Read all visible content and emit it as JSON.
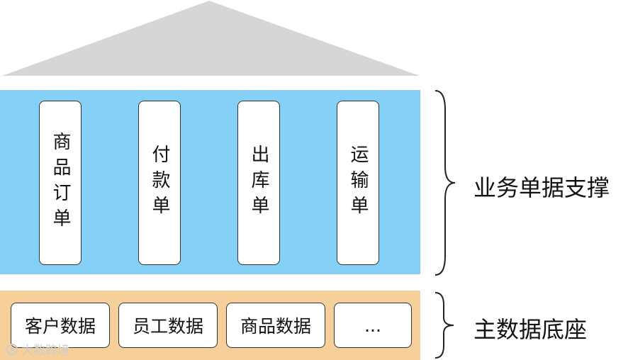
{
  "roof": {
    "color": "#d6d6d6"
  },
  "business_layer": {
    "color": "#84d0f6",
    "pillars": [
      {
        "label": "商品订单"
      },
      {
        "label": "付款单"
      },
      {
        "label": "出库单"
      },
      {
        "label": "运输单"
      }
    ],
    "side_label": "业务单据支撑"
  },
  "master_layer": {
    "color": "#f7cf9b",
    "boxes": [
      {
        "label": "客户数据"
      },
      {
        "label": "员工数据"
      },
      {
        "label": "商品数据"
      },
      {
        "label": "..."
      }
    ],
    "side_label": "主数据底座"
  },
  "watermark": {
    "text": "大数跨境",
    "icon": "logo-icon"
  }
}
